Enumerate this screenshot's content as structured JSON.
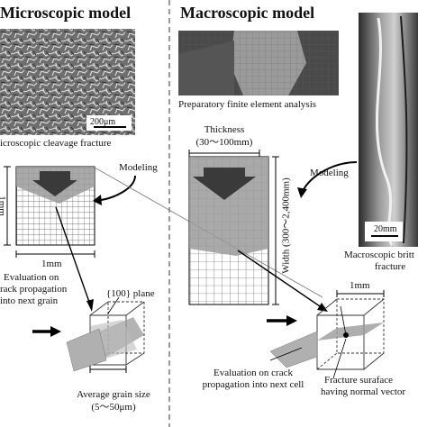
{
  "left": {
    "title": "Microscopic model",
    "scale_bar": "200μm",
    "photo_caption": "icroscopic cleavage fracture",
    "modeling_label": "Modeling",
    "side_dim": "1mm",
    "bottom_dim": "1mm",
    "evaluation_line1": "Evaluation on",
    "evaluation_line2": "rack propagation",
    "evaluation_line3": "into next grain",
    "plane_label": "{100} plane",
    "grain_size_line1": "Average grain size",
    "grain_size_line2": "(5～50μm)"
  },
  "right": {
    "title": "Macroscopic model",
    "fem_caption": "Preparatory finite element analysis",
    "thickness_line1": "Thickness",
    "thickness_line2": "(30～100mm)",
    "width_label": "Width (300～2,400mm)",
    "modeling_label": "Modeling",
    "scale_bar": "20mm",
    "macro_caption_line1": "Macroscopic britt",
    "macro_caption_line2": "fracture",
    "cube_dim": "1mm",
    "evaluation_line1": "Evaluation on crack",
    "evaluation_line2": "propagation into next cell",
    "surface_line1": "Fracture suraface",
    "surface_line2": "having normal vector"
  }
}
